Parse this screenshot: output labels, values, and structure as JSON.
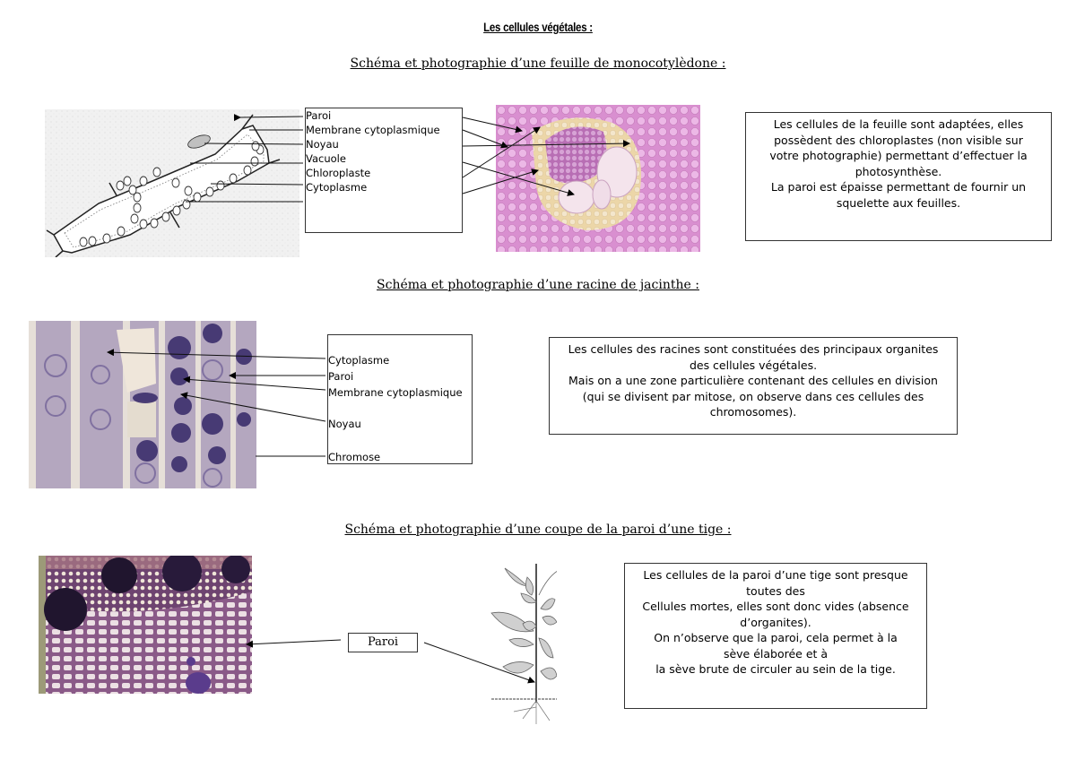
{
  "document": {
    "title": "Les cellules végétales :"
  },
  "sections": [
    {
      "title": "Schéma et photographie d’une feuille de monocotylèdone :",
      "images": [
        {
          "name": "leaf-cell-drawing",
          "description": "Schéma d'une cellule de feuille"
        },
        {
          "name": "leaf-micrograph",
          "description": "Photographie d'une coupe de feuille (rose/violet)"
        }
      ],
      "labels": [
        "Paroi",
        "Membrane cytoplasmique",
        "Noyau",
        "Vacuole",
        "Chloroplaste",
        "Cytoplasme"
      ],
      "description": [
        "Les cellules de la feuille sont adaptées, elles",
        "possèdent des chloroplastes (non visible sur",
        "votre photographie) permettant d’effectuer la",
        "photosynthèse.",
        "La paroi est épaisse permettant de fournir un",
        "squelette aux feuilles."
      ]
    },
    {
      "title": "Schéma et photographie d’une racine de jacinthe :",
      "images": [
        {
          "name": "root-micrograph",
          "description": "Photographie de cellules de racine de jacinthe"
        }
      ],
      "labels": [
        "Cytoplasme",
        "Paroi",
        "Membrane cytoplasmique",
        "Noyau",
        "Chromose"
      ],
      "description": [
        "Les cellules des racines sont constituées des principaux organites",
        "des cellules végétales.",
        "Mais on a une zone particulière contenant des cellules en division",
        "(qui se divisent par mitose, on observe dans ces cellules des",
        "chromosomes)."
      ]
    },
    {
      "title": "Schéma et photographie d’une coupe de la paroi d’une tige :",
      "images": [
        {
          "name": "stem-micrograph",
          "description": "Photographie d'une coupe de tige"
        },
        {
          "name": "plant-drawing",
          "description": "Dessin d'une plante"
        }
      ],
      "labels": [
        "Paroi"
      ],
      "description": [
        "Les cellules de la paroi d’une tige sont presque",
        "toutes des",
        "Cellules mortes, elles sont donc vides (absence",
        "d’organites).",
        "On n’observe que la paroi, cela permet à la",
        "sève élaborée et à",
        " la sève brute de circuler au sein de la tige."
      ]
    }
  ],
  "colors": {
    "leaf_photo_bg": "#d9a0d0",
    "leaf_photo_yellow": "#ecd6a8",
    "root_photo_bg": "#a99bb8",
    "root_photo_nucleus": "#3d2d6e",
    "stem_photo_bg": "#8f5f8a",
    "stem_photo_light": "#ece2e4"
  }
}
